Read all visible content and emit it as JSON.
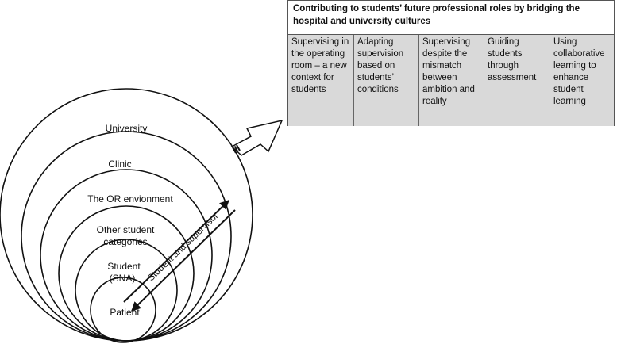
{
  "circles": {
    "university": "University",
    "clinic": "Clinic",
    "or_environment": "The OR envionment",
    "other_categories_line1": "Other student",
    "other_categories_line2": "categories",
    "student_line1": "Student",
    "student_line2": "(SNA)",
    "patient": "Patient"
  },
  "arrow_label": "Student and supervisor",
  "theme": {
    "title": "Contributing to students’ future professional roles by bridging the hospital and university cultures",
    "subthemes": [
      "Supervising in the operating room – a new context for students",
      "Adapting supervision based on students’ conditions",
      "Supervising despite the mismatch between ambition and reality",
      "Guiding students through assessment",
      "Using collaborative learning to enhance student learning"
    ]
  }
}
